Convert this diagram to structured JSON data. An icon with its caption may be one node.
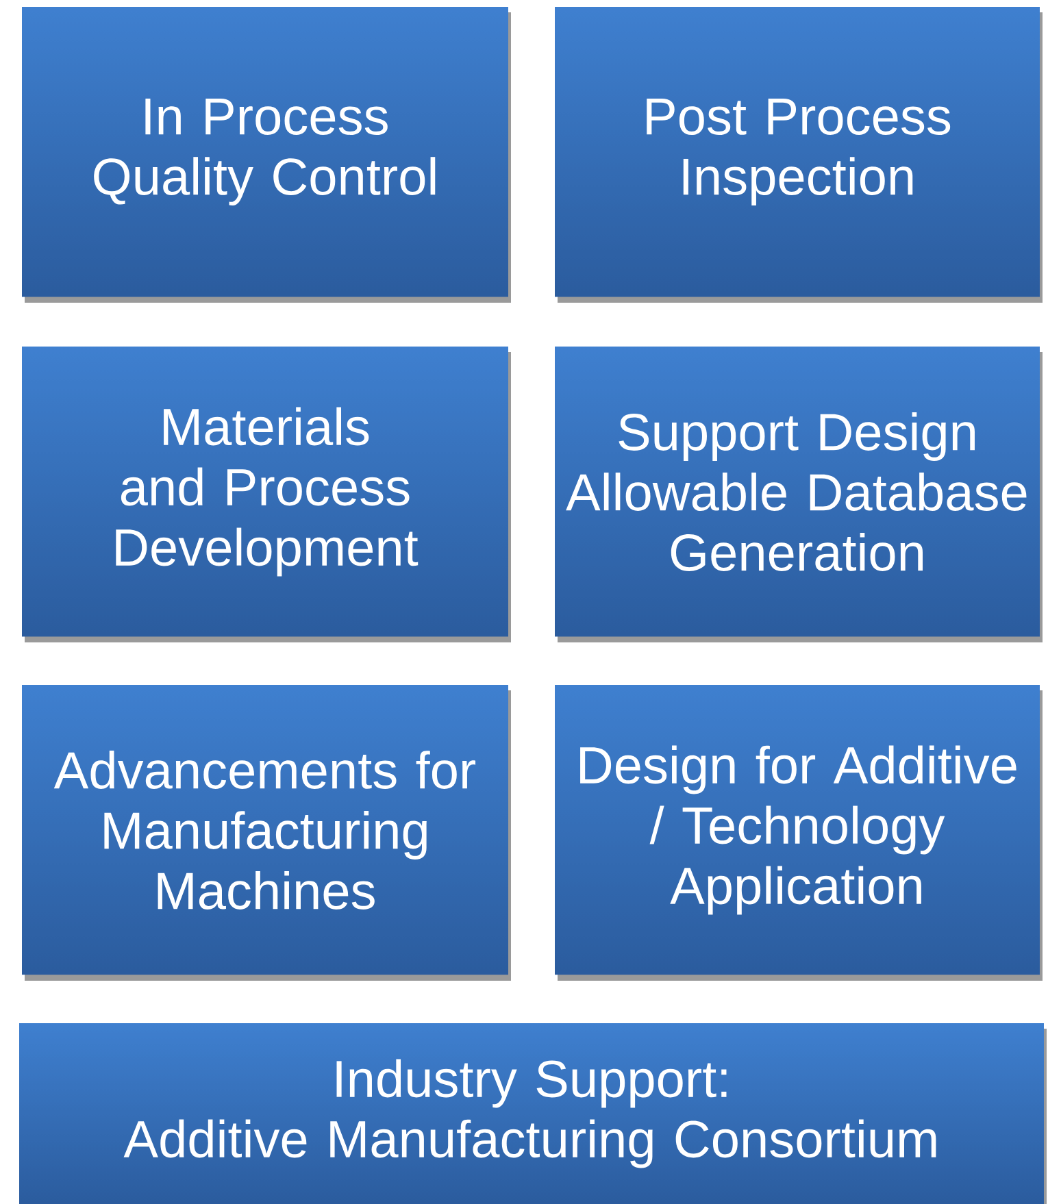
{
  "diagram": {
    "nodes": [
      {
        "text": [
          "In Process Quality Control"
        ]
      },
      {
        "text": [
          "Post Process Inspection"
        ]
      },
      {
        "text": [
          "Materials and Process Development"
        ]
      },
      {
        "text": [
          "Support Design Allowable Database Generation"
        ]
      },
      {
        "text": [
          "Advancements for Manufacturing Machines"
        ]
      },
      {
        "text": [
          "Design for Additive / Technology Application"
        ]
      },
      {
        "text": [
          "Industry Support:",
          "Additive Manufacturing Consortium"
        ]
      }
    ]
  }
}
